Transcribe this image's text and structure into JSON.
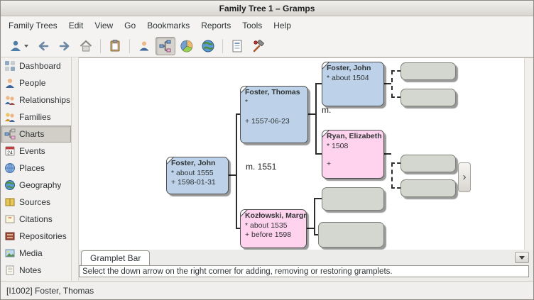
{
  "window": {
    "title": "Family Tree 1 – Gramps"
  },
  "menubar": {
    "items": [
      {
        "label": "Family Trees"
      },
      {
        "label": "Edit"
      },
      {
        "label": "View"
      },
      {
        "label": "Go"
      },
      {
        "label": "Bookmarks"
      },
      {
        "label": "Reports"
      },
      {
        "label": "Tools"
      },
      {
        "label": "Help"
      }
    ]
  },
  "toolbar": {
    "icons": [
      "gramps-logo-icon",
      "dropdown-arrow-icon",
      "back-icon",
      "forward-icon",
      "home-icon",
      "paste-icon",
      "person-view-icon",
      "pedigree-view-icon",
      "fanchart-view-icon",
      "geography-view-icon",
      "reports-icon",
      "tools-icon"
    ],
    "active_view": "pedigree"
  },
  "sidebar": {
    "selected": "Charts",
    "items": [
      {
        "label": "Dashboard",
        "icon": "dashboard-icon"
      },
      {
        "label": "People",
        "icon": "people-icon"
      },
      {
        "label": "Relationships",
        "icon": "relationships-icon"
      },
      {
        "label": "Families",
        "icon": "families-icon"
      },
      {
        "label": "Charts",
        "icon": "charts-icon"
      },
      {
        "label": "Events",
        "icon": "events-icon"
      },
      {
        "label": "Places",
        "icon": "places-icon"
      },
      {
        "label": "Geography",
        "icon": "geography-icon"
      },
      {
        "label": "Sources",
        "icon": "sources-icon"
      },
      {
        "label": "Citations",
        "icon": "citations-icon"
      },
      {
        "label": "Repositories",
        "icon": "repositories-icon"
      },
      {
        "label": "Media",
        "icon": "media-icon"
      },
      {
        "label": "Notes",
        "icon": "notes-icon"
      }
    ]
  },
  "chart": {
    "people": [
      {
        "name": "Foster, John",
        "birth": "* about 1555",
        "death": "+ 1598-01-31",
        "gender": "male"
      },
      {
        "name": "Foster, Thomas",
        "birth": "*",
        "death": "+ 1557-06-23",
        "gender": "male"
      },
      {
        "name": "Kozłowski, Margret",
        "birth": "* about 1535",
        "death": "+ before 1598",
        "gender": "female"
      },
      {
        "name": "Foster, John",
        "birth": "* about 1504",
        "death": "",
        "gender": "male"
      },
      {
        "name": "Ryan, Elizabeth",
        "birth": "* 1508",
        "death": "+",
        "gender": "female"
      }
    ],
    "marriages": [
      "m. 1551",
      "m."
    ],
    "empty_box_count": 6,
    "expand_arrow": "›",
    "colors": {
      "male": "#bdd2e8",
      "female": "#ffd3ee",
      "unknown": "#d3d7cf"
    }
  },
  "grampletbar": {
    "tab_label": "Gramplet Bar",
    "hint": "Select the down arrow on the right corner for adding, removing or restoring gramplets."
  },
  "statusbar": {
    "text": "[I1002] Foster, Thomas"
  }
}
